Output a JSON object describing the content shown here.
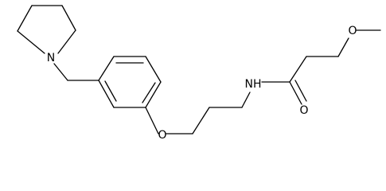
{
  "atoms": {
    "piperidine_n": "N",
    "ether_o": "O",
    "amide_n": "NH",
    "carbonyl_o": "O",
    "methoxy_o": "O"
  }
}
